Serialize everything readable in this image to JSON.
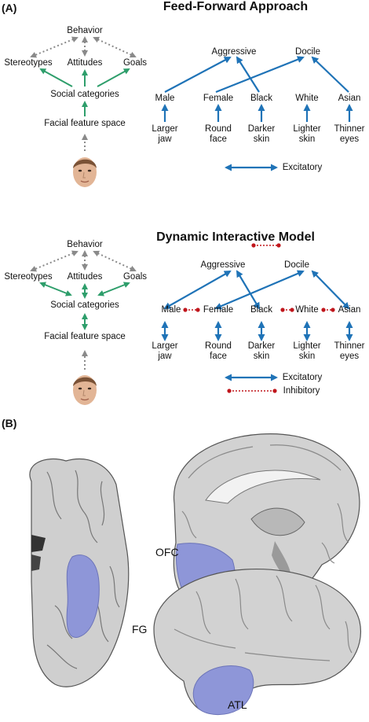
{
  "panel_a": {
    "label": "(A)",
    "title_ff": "Feed-Forward Approach",
    "title_di": "Dynamic Interactive Model",
    "hierarchy": {
      "behavior": "Behavior",
      "stereotypes": "Stereotypes",
      "attitudes": "Attitudes",
      "goals": "Goals",
      "social_categories": "Social categories",
      "facial_feature_space": "Facial feature space"
    },
    "network": {
      "top": [
        "Aggressive",
        "Docile"
      ],
      "categories": [
        "Male",
        "Female",
        "Black",
        "White",
        "Asian"
      ],
      "features": [
        {
          "line1": "Larger",
          "line2": "jaw"
        },
        {
          "line1": "Round",
          "line2": "face"
        },
        {
          "line1": "Darker",
          "line2": "skin"
        },
        {
          "line1": "Lighter",
          "line2": "skin"
        },
        {
          "line1": "Thinner",
          "line2": "eyes"
        }
      ]
    },
    "legend": {
      "excitatory": "Excitatory",
      "inhibitory": "Inhibitory"
    },
    "colors": {
      "excitatory": "#1f73b7",
      "inhibitory": "#c0161c",
      "green": "#2e9e6b",
      "gray": "#8a8a8a"
    }
  },
  "panel_b": {
    "label": "(B)",
    "regions": [
      "OFC",
      "FG",
      "ATL"
    ],
    "highlight_color": "#8e96d8"
  }
}
